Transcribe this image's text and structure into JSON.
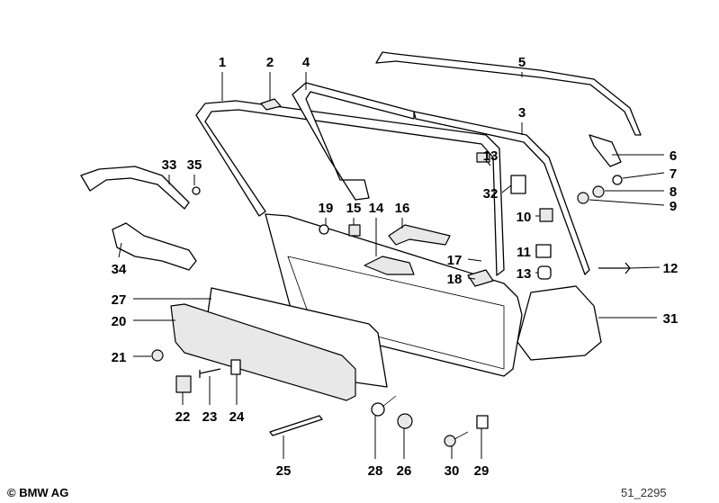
{
  "callouts": {
    "c1": "1",
    "c2": "2",
    "c3": "3",
    "c4": "4",
    "c5": "5",
    "c6": "6",
    "c7": "7",
    "c8": "8",
    "c9": "9",
    "c10": "10",
    "c11": "11",
    "c12": "12",
    "c13a": "13",
    "c13b": "13",
    "c14": "14",
    "c15": "15",
    "c16": "16",
    "c17": "17",
    "c18": "18",
    "c19": "19",
    "c20": "20",
    "c21": "21",
    "c22": "22",
    "c23": "23",
    "c24": "24",
    "c25": "25",
    "c26": "26",
    "c27": "27",
    "c28": "28",
    "c29": "29",
    "c30": "30",
    "c31": "31",
    "c32": "32",
    "c33": "33",
    "c34": "34",
    "c35": "35"
  },
  "footer": {
    "copyright": "© BMW AG",
    "diagram_id": "51_2295"
  }
}
